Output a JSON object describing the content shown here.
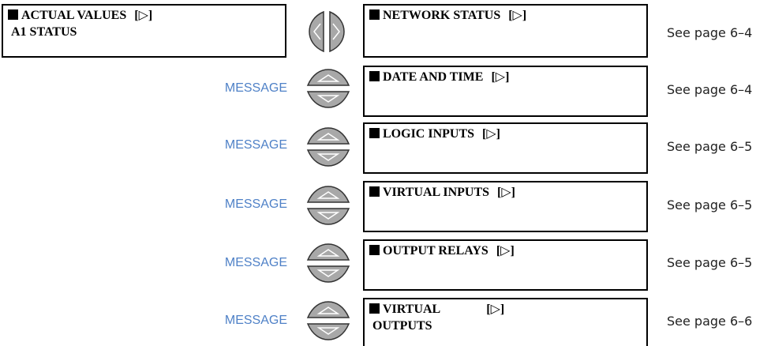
{
  "main_display": {
    "line1": "ACTUAL VALUES",
    "line2": "A1 STATUS",
    "arrow": "[▷]"
  },
  "items": [
    {
      "line1": "NETWORK STATUS",
      "line2": "",
      "arrow": "[▷]",
      "message_label": "",
      "see": "See page 6–4"
    },
    {
      "line1": "DATE AND TIME",
      "line2": "",
      "arrow": "[▷]",
      "message_label": "MESSAGE",
      "see": "See page 6–4"
    },
    {
      "line1": "LOGIC INPUTS",
      "line2": "",
      "arrow": "[▷]",
      "message_label": "MESSAGE",
      "see": "See page 6–5"
    },
    {
      "line1": "VIRTUAL INPUTS",
      "line2": "",
      "arrow": "[▷]",
      "message_label": "MESSAGE",
      "see": "See page 6–5"
    },
    {
      "line1": "OUTPUT RELAYS",
      "line2": "",
      "arrow": "[▷]",
      "message_label": "MESSAGE",
      "see": "See page 6–5"
    },
    {
      "line1": "VIRTUAL",
      "line2": "OUTPUTS",
      "arrow": "[▷]",
      "message_label": "MESSAGE",
      "see": "See page 6–6"
    }
  ],
  "icons": {
    "left_right_keys": "left-right-arrow-keys-icon",
    "up_down_keys": "up-down-arrow-keys-icon"
  },
  "colors": {
    "message": "#4f81c7",
    "key_fill": "#a8a8a8"
  }
}
